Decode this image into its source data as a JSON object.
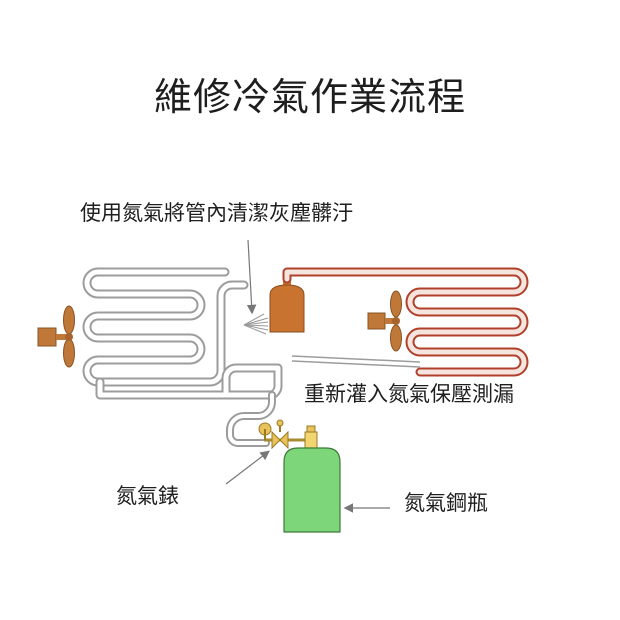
{
  "title": "維修冷氣作業流程",
  "labels": {
    "clean": "使用氮氣將管內清潔灰塵髒汙",
    "refill": "重新灌入氮氣保壓測漏",
    "gauge": "氮氣錶",
    "cylinder": "氮氣鋼瓶"
  },
  "colors": {
    "left_coil": "#c8c8c8",
    "right_coil": "#c8553a",
    "receiver": "#c8732f",
    "fan": "#c07838",
    "cylinder": "#7ed67a",
    "gauge": "#e8c25a",
    "pointer_line": "#777777"
  }
}
